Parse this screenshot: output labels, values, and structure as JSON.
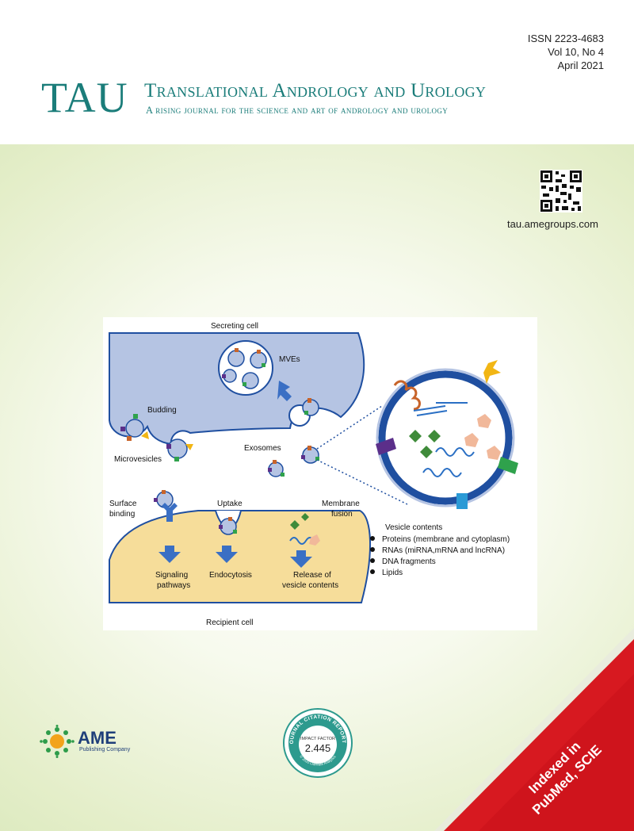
{
  "header": {
    "issn": "ISSN 2223-4683",
    "volume": "Vol 10, No 4",
    "date": "April 2021",
    "logo": "TAU",
    "title": "Translational Andrology and Urology",
    "subtitle": "A rising journal for the science and art of andrology and urology"
  },
  "website": "tau.amegroups.com",
  "figure": {
    "secreting_cell": "Secreting cell",
    "mves": "MVEs",
    "budding": "Budding",
    "microvesicles": "Microvesicles",
    "exosomes": "Exosomes",
    "surface_binding_1": "Surface",
    "surface_binding_2": "binding",
    "uptake": "Uptake",
    "membrane_fusion_1": "Membrane",
    "membrane_fusion_2": "fusion",
    "signaling_1": "Signaling",
    "signaling_2": "pathways",
    "endocytosis": "Endocytosis",
    "release_1": "Release of",
    "release_2": "vesicle contents",
    "recipient_cell": "Recipient cell",
    "contents_title": "Vesicle contents",
    "contents": [
      "Proteins (membrane and cytoplasm)",
      "RNAs (miRNA,mRNA and lncRNA)",
      "DNA fragments",
      "Lipids"
    ]
  },
  "publisher": {
    "name": "AME",
    "sub": "Publishing Company"
  },
  "impact_badge": {
    "arc_text": "JOURNAL CITATION REPORTS",
    "label": "IMPACT FACTOR",
    "value": "2.445",
    "footer": "© 2020 Clarivate Analytics"
  },
  "ribbon": {
    "line1": "Indexed in",
    "line2": "PubMed, SCIE"
  },
  "colors": {
    "brand_teal": "#1b7d7a",
    "secreting_cell": "#b5c4e3",
    "recipient_cell": "#f6dd9a",
    "vesicle_ring": "#1f4fa0",
    "ribbon_red": "#d71920"
  }
}
